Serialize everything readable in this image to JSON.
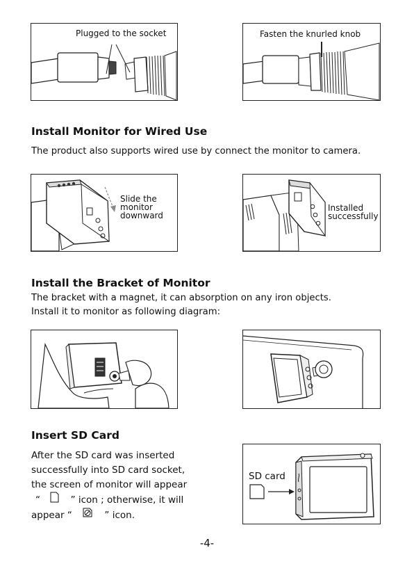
{
  "captions": {
    "plugged": "Plugged to the socket",
    "fasten": "Fasten the knurled knob",
    "slide": [
      "Slide the",
      "monitor",
      "downward"
    ],
    "installed": [
      "Installed",
      "successfully"
    ],
    "sdcard": "SD card"
  },
  "section_wired": {
    "heading": "Install Monitor for Wired Use",
    "text": "The product also supports wired use by connect the monitor to camera."
  },
  "section_bracket": {
    "heading": "Install the Bracket of Monitor",
    "line1": "The bracket with a magnet, it can absorption on any iron objects.",
    "line2": "Install it to monitor as following diagram:"
  },
  "section_sd": {
    "heading": "Insert SD Card",
    "line1": "After the SD card was inserted",
    "line2": "successfully into SD card socket,",
    "line3": "the screen of monitor will appear",
    "line4_open": "“",
    "line4_close": "” icon ;  otherwise, it will",
    "line5_pre": "appear  “",
    "line5_post": "” icon."
  },
  "page_number": "-4-"
}
